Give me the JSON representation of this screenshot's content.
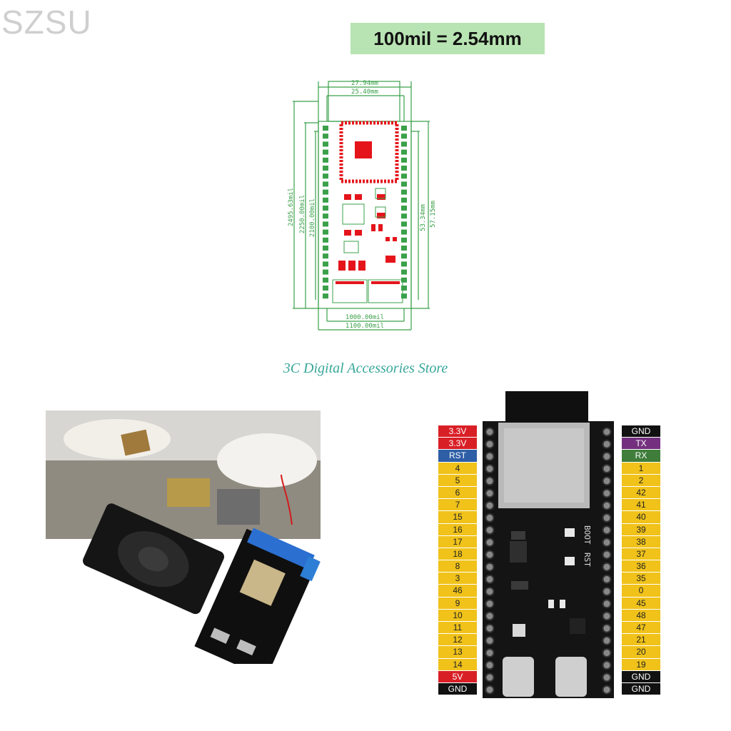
{
  "watermark": "SZSU",
  "scale_note": "100mil = 2.54mm",
  "store_caption": "3C Digital Accessories Store",
  "dimensions": {
    "top_outer": "27.94mm",
    "top_inner": "25.40mm",
    "left_1": "2495.63mil",
    "left_2": "2250.00mil",
    "left_3": "2100.00mil",
    "right_1": "53.34mm",
    "right_2": "57.15mm",
    "bottom_inner": "1000.00mil",
    "bottom_outer": "1100.00mil"
  },
  "pins_left": [
    {
      "label": "3.3V",
      "color": "red"
    },
    {
      "label": "3.3V",
      "color": "red"
    },
    {
      "label": "RST",
      "color": "blue"
    },
    {
      "label": "4",
      "color": "yellow"
    },
    {
      "label": "5",
      "color": "yellow"
    },
    {
      "label": "6",
      "color": "yellow"
    },
    {
      "label": "7",
      "color": "yellow"
    },
    {
      "label": "15",
      "color": "yellow"
    },
    {
      "label": "16",
      "color": "yellow"
    },
    {
      "label": "17",
      "color": "yellow"
    },
    {
      "label": "18",
      "color": "yellow"
    },
    {
      "label": "8",
      "color": "yellow"
    },
    {
      "label": "3",
      "color": "yellow"
    },
    {
      "label": "46",
      "color": "yellow"
    },
    {
      "label": "9",
      "color": "yellow"
    },
    {
      "label": "10",
      "color": "yellow"
    },
    {
      "label": "11",
      "color": "yellow"
    },
    {
      "label": "12",
      "color": "yellow"
    },
    {
      "label": "13",
      "color": "yellow"
    },
    {
      "label": "14",
      "color": "yellow"
    },
    {
      "label": "5V",
      "color": "red"
    },
    {
      "label": "GND",
      "color": "black"
    }
  ],
  "pins_right": [
    {
      "label": "GND",
      "color": "black"
    },
    {
      "label": "TX",
      "color": "purple"
    },
    {
      "label": "RX",
      "color": "green"
    },
    {
      "label": "1",
      "color": "yellow"
    },
    {
      "label": "2",
      "color": "yellow"
    },
    {
      "label": "42",
      "color": "yellow"
    },
    {
      "label": "41",
      "color": "yellow"
    },
    {
      "label": "40",
      "color": "yellow"
    },
    {
      "label": "39",
      "color": "yellow"
    },
    {
      "label": "38",
      "color": "yellow"
    },
    {
      "label": "37",
      "color": "yellow"
    },
    {
      "label": "36",
      "color": "yellow"
    },
    {
      "label": "35",
      "color": "yellow"
    },
    {
      "label": "0",
      "color": "yellow"
    },
    {
      "label": "45",
      "color": "yellow"
    },
    {
      "label": "48",
      "color": "yellow"
    },
    {
      "label": "47",
      "color": "yellow"
    },
    {
      "label": "21",
      "color": "yellow"
    },
    {
      "label": "20",
      "color": "yellow"
    },
    {
      "label": "19",
      "color": "yellow"
    },
    {
      "label": "GND",
      "color": "black"
    },
    {
      "label": "GND",
      "color": "black"
    }
  ],
  "board_silkscreen": {
    "boot": "BOOT",
    "rst": "RST"
  },
  "colors": {
    "banner": "#b8e3b2",
    "caption": "#37a79a",
    "drawing_green": "#3aa04a",
    "drawing_red": "#e5141b",
    "board": "#141414"
  }
}
